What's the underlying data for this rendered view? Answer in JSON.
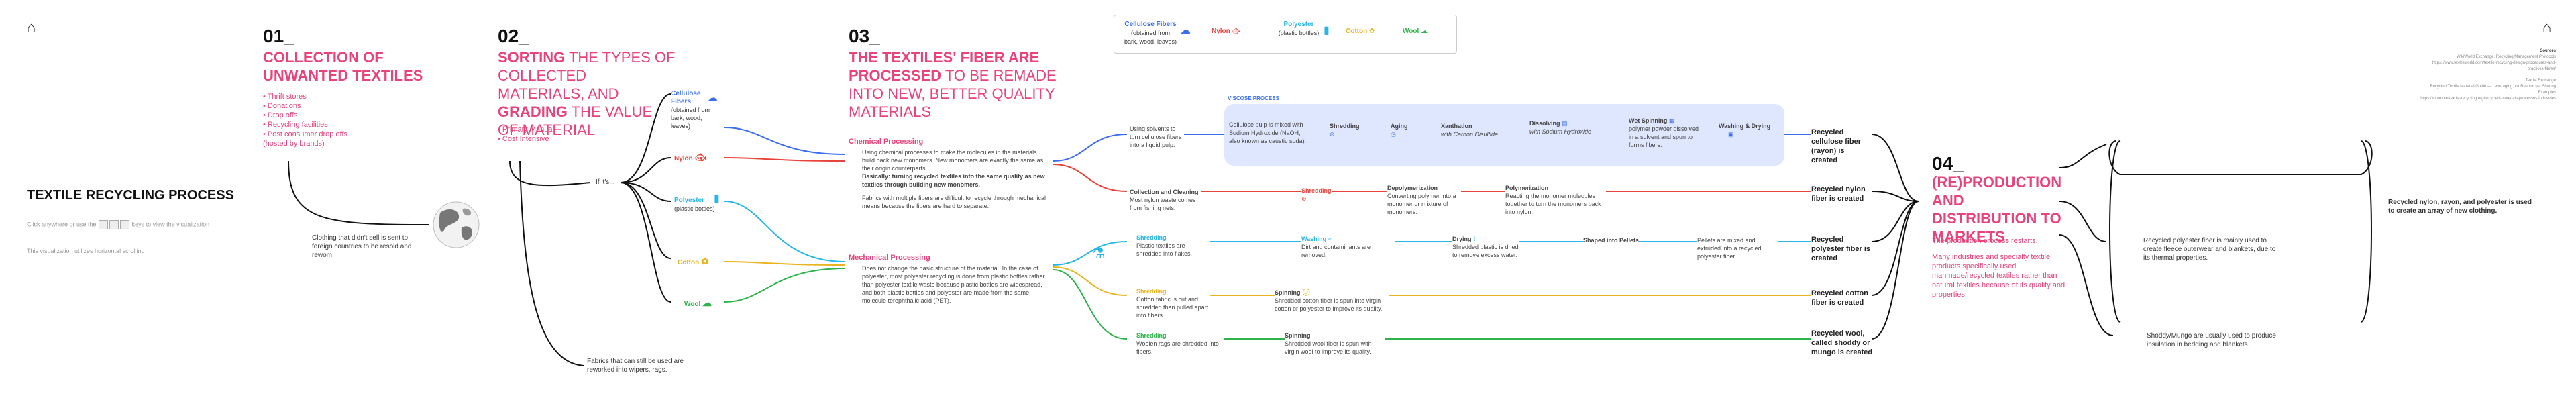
{
  "intro": {
    "title": "TEXTILE RECYCLING PROCESS",
    "instruction_pre": "Click anywhere or use the",
    "instruction_post": "keys to view the visualization",
    "note": "This visualization utilizes horizontal scrolling"
  },
  "step1": {
    "num": "01_",
    "heading": "COLLECTION OF UNWANTED TEXTILES",
    "bullets": [
      "• Thrift stores",
      "• Donations",
      "• Drop offs",
      "• Recycling facilities",
      "• Post consumer drop offs (hosted by brands)"
    ],
    "export_note": "Clothing that didn't sell is sent to foreign countries to be resold and rewom."
  },
  "step2": {
    "num": "02_",
    "heading_a": "SORTING",
    "heading_b": " THE TYPES OF COLLECTED MATERIALS, AND ",
    "heading_c": "GRADING",
    "heading_d": " THE VALUE OF MATERIAL",
    "bullets": [
      "• Primary Manual",
      "• Cost Intensive"
    ],
    "if_its": "If it's...",
    "rags_note": "Fabrics that can still be used are reworked into wipers, rags.",
    "materials": [
      {
        "label": "Cellulose Fibers",
        "sub": "(obtained from bark, wood, leaves)",
        "color": "#3a6df0"
      },
      {
        "label": "Nylon",
        "sub": "",
        "color": "#e8433a"
      },
      {
        "label": "Polyester",
        "sub": "(plastic bottles)",
        "color": "#28b6e6"
      },
      {
        "label": "Cotton",
        "sub": "",
        "color": "#e8b520"
      },
      {
        "label": "Wool",
        "sub": "",
        "color": "#2db34a"
      }
    ]
  },
  "step3": {
    "num": "03_",
    "heading_a": "THE TEXTILES' FIBER ARE PROCESSED",
    "heading_b": " TO BE REMADE INTO NEW, BETTER QUALITY MATERIALS",
    "chem_title": "Chemical Processing",
    "chem_text1": "Using chemical processes to make the molecules in the materials build back new monomers. New monomers are exactly the same as their origin counterparts.",
    "chem_text2": "Basically: turning recycled textiles into the same quality as new textiles through building new monomers.",
    "chem_text3": "Fabrics with multiple fibers are difficult to recycle through mechanical means because the fibers are hard to separate.",
    "mech_title": "Mechanical Processing",
    "mech_text": "Does not change the basic structure of the material. In the case of polyester, most polyester recycling is done from plastic bottles rather than polyester textile waste because plastic bottles are widespread, and both plastic bottles and polyester are made from the same molecule terephthalic acid (PET)."
  },
  "legend": {
    "items": [
      {
        "label": "Cellulose Fibers",
        "sub": "(obtained from bark, wood, leaves)"
      },
      {
        "label": "Nylon",
        "sub": ""
      },
      {
        "label": "Polyester",
        "sub": "(plastic bottles)"
      },
      {
        "label": "Cotton",
        "sub": ""
      },
      {
        "label": "Wool",
        "sub": ""
      }
    ]
  },
  "viscose": {
    "title": "VISCOSE PROCESS",
    "lead": "Using solvents to turn cellulose fibers into a liquid pulp.",
    "stages": [
      {
        "label": "Cellulose pulp is mixed with Sodium Hydroxide (NaOH, also known as caustic soda)."
      },
      {
        "label": "Shredding"
      },
      {
        "label": "Aging"
      },
      {
        "label": "Xanthation",
        "sub": "with Carbon Disulfide"
      },
      {
        "label": "Dissolving",
        "sub": "with Sodium Hydroxide"
      },
      {
        "label": "Wet Spinning",
        "sub": "polymer powder dissolved in a solvent and spun to forms fibers."
      },
      {
        "label": "Washing & Drying"
      }
    ],
    "result": "Recycled cellulose fiber (rayon) is created"
  },
  "nylon_row": {
    "lead": "Collection and Cleaning",
    "lead_sub": "Most nylon waste comes from fishing nets.",
    "stages": [
      {
        "label": "Shredding"
      },
      {
        "label": "Depolymerization",
        "sub": "Converting polymer into a monomer or mixture of monomers."
      },
      {
        "label": "Polymerization",
        "sub": "Reacting the monomer molecules together to turn the monomers back into nylon."
      }
    ],
    "result": "Recycled nylon fiber is created"
  },
  "poly_row": {
    "stages": [
      {
        "label": "Shredding",
        "sub": "Plastic textiles are shredded into flakes."
      },
      {
        "label": "Washing",
        "sub": "Dirt and contaminants are removed."
      },
      {
        "label": "Drying",
        "sub": "Shredded plastic is dried to remove excess water."
      },
      {
        "label": "Shaped into Pellets"
      },
      {
        "label": "",
        "sub": "Pellets are mixed and extruded into a recycled polyester fiber."
      }
    ],
    "result": "Recycled polyester fiber is created"
  },
  "cotton_row": {
    "stages": [
      {
        "label": "Shredding",
        "sub": "Cotton fabric is cut and shredded then pulled apart into fibers."
      },
      {
        "label": "Spinning",
        "sub": "Shredded cotton fiber is spun into virgin cotton or polyester to improve its quality."
      }
    ],
    "result": "Recycled cotton fiber is created"
  },
  "wool_row": {
    "stages": [
      {
        "label": "Shredding",
        "sub": "Woolen rags are shredded into fibers."
      },
      {
        "label": "Spinning",
        "sub": "Shredded wool fiber is spun with virgin wool to improve its quality."
      }
    ],
    "result": "Recycled wool, called shoddy or mungo is created"
  },
  "step4": {
    "num": "04_",
    "heading_a": "(RE)PRODUCTION",
    "heading_b": " AND DISTRIBUTION TO MARKETS",
    "text1": "The production process restarts.",
    "text2": "Many industries and specialty textile products specifically used manmade/recycled textiles rather than natural textiles because of its quality and properties."
  },
  "uses": {
    "u1": "Recycled nylon, rayon, and polyester is used to create an array of new clothing.",
    "u2": "Recycled polyester fiber is mainly used to create fleece outerwear and blankets, due to its thermal properties.",
    "u3": "Shoddy/Mungo are usually used to produce insulation in bedding and blankets."
  },
  "sources": {
    "lines": [
      "Sources",
      "WikiWorld Exchange, Recycling Management Protocols",
      "https://www.textileworld.com/textile-recycling-design-procedures-and-practices-fibres/",
      "Textile Exchange",
      "Recycled Textile Material Guide — Leveraging our Resources, Sharing Examples",
      "https://example-textile-recycling.org/recycled-materials-processes-industries"
    ]
  },
  "colors": {
    "pink": "#e8437a",
    "cellulose": "#3a6df0",
    "nylon": "#e8433a",
    "polyester": "#28b6e6",
    "cotton": "#e8b520",
    "wool": "#2db34a"
  }
}
